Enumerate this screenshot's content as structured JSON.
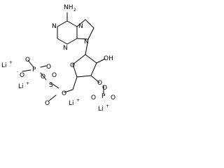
{
  "molecule": {
    "colors": {
      "ink": "#000000",
      "background": "#ffffff"
    },
    "labels": {
      "amine_n": "NH",
      "amine_h_sub": "2",
      "ring_n1": "N",
      "ring_n2": "N",
      "ring_n3": "N",
      "ring_n4": "N",
      "hydroxyl": "OH",
      "ring_o": "O",
      "o_phosphate2": "O",
      "o_link_left": "O",
      "o_link_right": "O",
      "o_ch2": "O",
      "p_left": "P",
      "p_sulfur": "S",
      "p_right": "P",
      "o_p_left_top": "O",
      "o_p_left_minus": "O",
      "o_p_right_top": "O",
      "o_p_right_left": "O",
      "o_p_right_right": "O",
      "o_s_top": "O",
      "o_s_bottom": "O",
      "li1": "Li",
      "li2": "Li",
      "li3": "Li",
      "li4": "Li",
      "li_charge": "+",
      "minus": "-"
    }
  }
}
